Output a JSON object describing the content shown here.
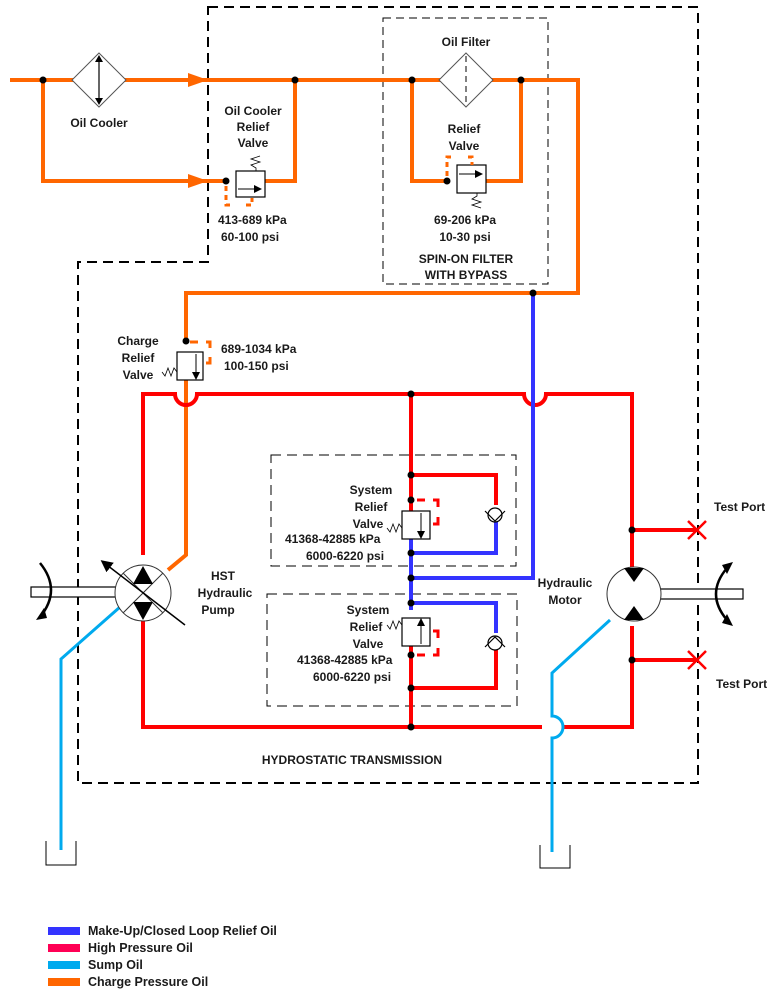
{
  "colors": {
    "charge": "#ff6600",
    "high": "#ff0000",
    "makeup": "#3333ff",
    "sump": "#00aaee",
    "frame": "#000000"
  },
  "labels": {
    "oil_cooler": "Oil Cooler",
    "oil_cooler_relief": [
      "Oil Cooler",
      "Relief",
      "Valve"
    ],
    "oil_cooler_relief_kpa": "413-689 kPa",
    "oil_cooler_relief_psi": "60-100 psi",
    "oil_filter": "Oil Filter",
    "filter_relief": [
      "Relief",
      "Valve"
    ],
    "filter_relief_kpa": "69-206 kPa",
    "filter_relief_psi": "10-30 psi",
    "spin_on": [
      "SPIN-ON FILTER",
      "WITH BYPASS"
    ],
    "charge_relief": [
      "Charge",
      "Relief",
      "Valve"
    ],
    "charge_relief_kpa": "689-1034 kPa",
    "charge_relief_psi": "100-150 psi",
    "sys_relief_upper": [
      "System",
      "Relief",
      "Valve"
    ],
    "sys_relief_upper_kpa": "41368-42885 kPa",
    "sys_relief_upper_psi": "6000-6220 psi",
    "sys_relief_lower": [
      "System",
      "Relief",
      "Valve"
    ],
    "sys_relief_lower_kpa": "41368-42885 kPa",
    "sys_relief_lower_psi": "6000-6220 psi",
    "pump": [
      "HST",
      "Hydraulic",
      "Pump"
    ],
    "motor": [
      "Hydraulic",
      "Motor"
    ],
    "test_port_upper": "Test Port",
    "test_port_lower": "Test Port",
    "hydrostatic": "HYDROSTATIC TRANSMISSION"
  },
  "legend": [
    {
      "label": "Make-Up/Closed Loop Relief Oil",
      "color": "#3333ff"
    },
    {
      "label": "High Pressure Oil",
      "color": "#ff0055"
    },
    {
      "label": "Sump Oil",
      "color": "#00aaee"
    },
    {
      "label": "Charge Pressure Oil",
      "color": "#ff6600"
    }
  ]
}
